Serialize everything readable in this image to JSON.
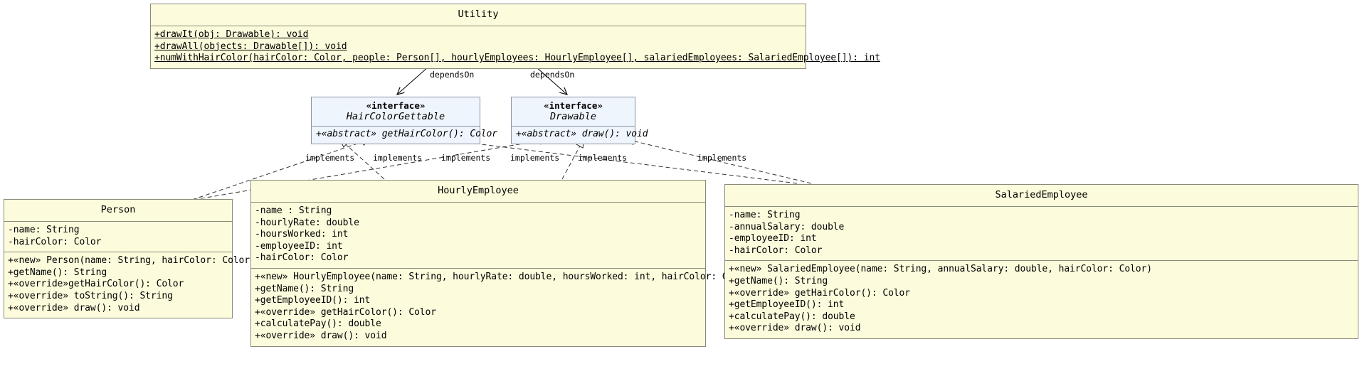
{
  "diagram": {
    "type": "uml-class-diagram",
    "background": "#ffffff",
    "class_fill": "#fcfbdc",
    "interface_fill": "#eff5fd",
    "border_color": "#8b8b7a"
  },
  "nodes": {
    "utility": {
      "name": "Utility",
      "kind": "class",
      "attributes": [],
      "methods": [
        "+drawIt(obj: Drawable): void",
        "+drawAll(objects: Drawable[]): void",
        "+numWithHairColor(hairColor: Color, people: Person[], hourlyEmployees: HourlyEmployee[], salariedEmployees: SalariedEmployee[]): int"
      ]
    },
    "hairColorGettable": {
      "stereotype": "«interface»",
      "name": "HairColorGettable",
      "kind": "interface",
      "methods": [
        "+«abstract» getHairColor(): Color"
      ]
    },
    "drawable": {
      "stereotype": "«interface»",
      "name": "Drawable",
      "kind": "interface",
      "methods": [
        "+«abstract» draw(): void"
      ]
    },
    "person": {
      "name": "Person",
      "kind": "class",
      "attributes": [
        "-name: String",
        "-hairColor: Color"
      ],
      "methods": [
        "+«new» Person(name: String, hairColor: Color)",
        "+getName(): String",
        "+«override»getHairColor(): Color",
        "+«override» toString(): String",
        "+«override» draw(): void"
      ]
    },
    "hourlyEmployee": {
      "name": "HourlyEmployee",
      "kind": "class",
      "attributes": [
        "-name : String",
        "-hourlyRate: double",
        "-hoursWorked: int",
        "-employeeID: int",
        "-hairColor: Color"
      ],
      "methods": [
        "+«new» HourlyEmployee(name: String, hourlyRate: double, hoursWorked: int, hairColor: Color)",
        "+getName(): String",
        "+getEmployeeID(): int",
        "+«override» getHairColor(): Color",
        "+calculatePay(): double",
        "+«override» draw(): void"
      ]
    },
    "salariedEmployee": {
      "name": "SalariedEmployee",
      "kind": "class",
      "attributes": [
        "-name: String",
        "-annualSalary: double",
        "-employeeID: int",
        "-hairColor: Color"
      ],
      "methods": [
        "+«new» SalariedEmployee(name: String, annualSalary: double, hairColor: Color)",
        "+getName(): String",
        "+«override» getHairColor(): Color",
        "+getEmployeeID(): int",
        "+calculatePay(): double",
        "+«override» draw(): void"
      ]
    }
  },
  "edges": {
    "labels": {
      "dependsOn_1": "dependsOn",
      "dependsOn_2": "dependsOn",
      "implements_1": "implements",
      "implements_2": "implements",
      "implements_3": "implements",
      "implements_4": "implements",
      "implements_5": "implements",
      "implements_6": "implements"
    }
  }
}
